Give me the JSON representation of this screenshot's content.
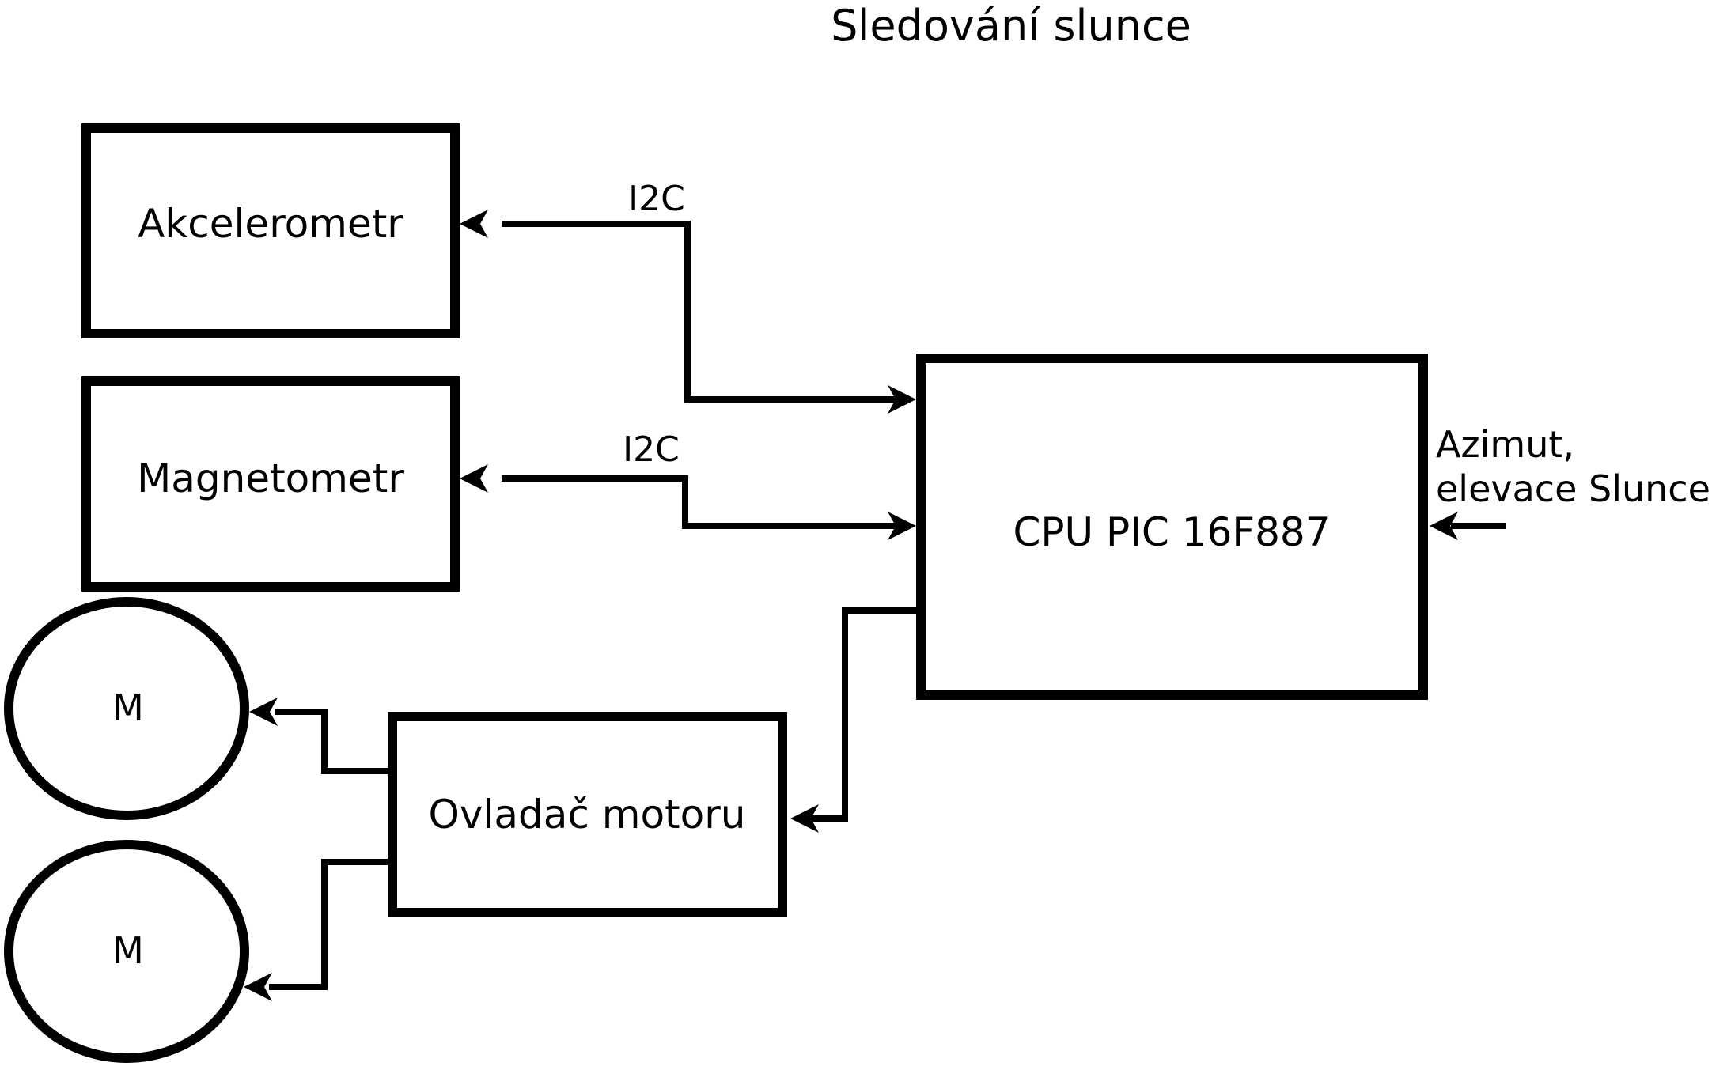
{
  "title": "Sledování slunce",
  "blocks": {
    "accelerometer": {
      "label": "Akcelerometr"
    },
    "magnetometer": {
      "label": "Magnetometr"
    },
    "cpu": {
      "label": "CPU PIC 16F887"
    },
    "motor_driver": {
      "label": "Ovladač motoru"
    },
    "motor1": {
      "label": "M"
    },
    "motor2": {
      "label": "M"
    }
  },
  "edge_labels": {
    "i2c_accel": "I2C",
    "i2c_mag": "I2C",
    "azimuth_line1": "Azimut,",
    "azimuth_line2": "elevace Slunce"
  },
  "edges": [
    {
      "from": "cpu",
      "to": "accelerometer",
      "label": "I2C",
      "bidirectional": true
    },
    {
      "from": "cpu",
      "to": "magnetometer",
      "label": "I2C",
      "bidirectional": true
    },
    {
      "from": "cpu",
      "to": "motor_driver",
      "label": "",
      "bidirectional": false
    },
    {
      "from": "motor_driver",
      "to": "motor1",
      "label": "",
      "bidirectional": false
    },
    {
      "from": "motor_driver",
      "to": "motor2",
      "label": "",
      "bidirectional": false
    },
    {
      "from": "external-input",
      "to": "cpu",
      "label": "Azimut, elevace Slunce",
      "bidirectional": false
    }
  ],
  "colors": {
    "line": "#000000",
    "background": "#ffffff"
  }
}
